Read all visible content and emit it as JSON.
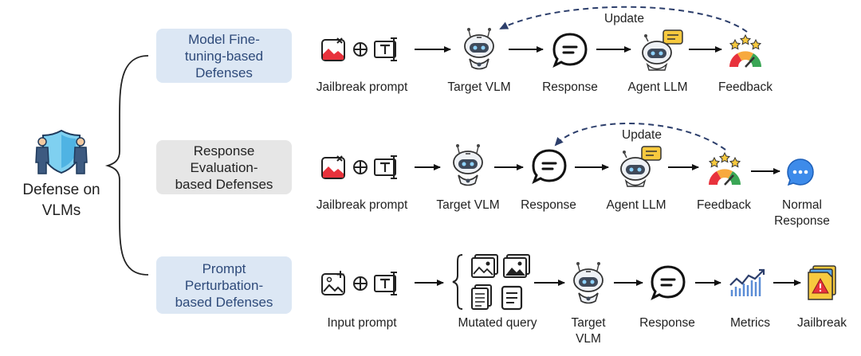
{
  "root": {
    "label_line1": "Defense on",
    "label_line2": "VLMs",
    "icon": "defense-shield-guards-icon"
  },
  "categories": [
    {
      "lines": [
        "Model Fine-",
        "tuning-based",
        "Defenses"
      ],
      "style": "blue"
    },
    {
      "lines": [
        "Response",
        "Evaluation-",
        "based Defenses"
      ],
      "style": "gray"
    },
    {
      "lines": [
        "Prompt",
        "Perturbation-",
        "based Defenses"
      ],
      "style": "blue"
    }
  ],
  "rows": [
    {
      "update_label": "Update",
      "nodes": [
        {
          "label": "Jailbreak prompt",
          "icon": "image-text-prompt-icon"
        },
        {
          "label": "Target  VLM",
          "icon": "robot-icon"
        },
        {
          "label": "Response",
          "icon": "chat-bubble-icon"
        },
        {
          "label": "Agent LLM",
          "icon": "robot-chat-icon"
        },
        {
          "label": "Feedback",
          "icon": "rating-gauge-icon"
        }
      ]
    },
    {
      "update_label": "Update",
      "nodes": [
        {
          "label": "Jailbreak prompt",
          "icon": "image-text-prompt-icon"
        },
        {
          "label": "Target  VLM",
          "icon": "robot-icon"
        },
        {
          "label": "Response",
          "icon": "chat-bubble-icon"
        },
        {
          "label": "Agent LLM",
          "icon": "robot-chat-icon"
        },
        {
          "label": "Feedback",
          "icon": "rating-gauge-icon"
        },
        {
          "label_line1": "Normal",
          "label_line2": "Response",
          "icon": "message-dots-icon"
        }
      ]
    },
    {
      "nodes": [
        {
          "label": "Input prompt",
          "icon": "image-add-text-icon"
        },
        {
          "label": "Mutated query",
          "icon": "mutated-images-docs-icon"
        },
        {
          "label_line1": "Target",
          "label_line2": "VLM",
          "icon": "robot-icon"
        },
        {
          "label": "Response",
          "icon": "chat-bubble-icon"
        },
        {
          "label": "Metrics",
          "icon": "metrics-chart-icon"
        },
        {
          "label": "Jailbreak",
          "icon": "warning-document-icon"
        }
      ]
    }
  ]
}
